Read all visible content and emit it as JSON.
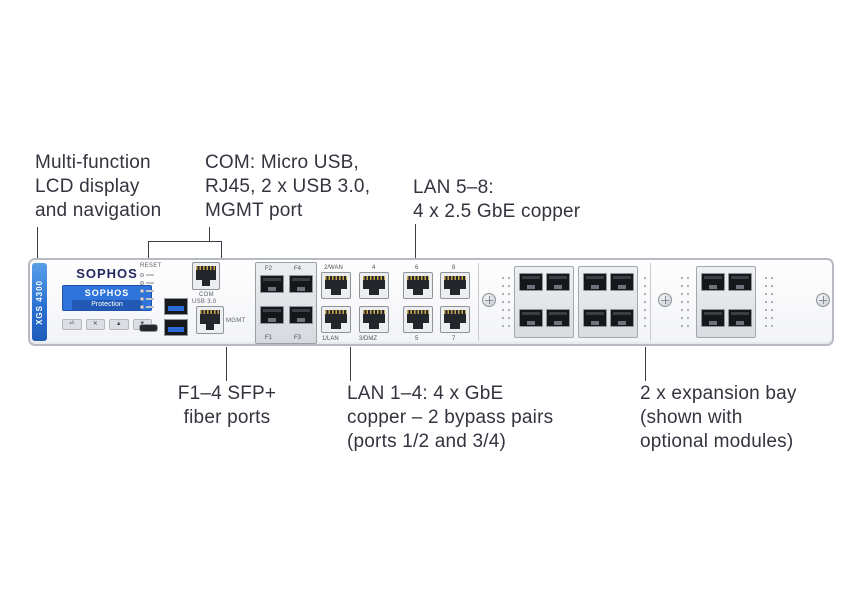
{
  "callouts": {
    "lcd": "Multi-function\nLCD display\nand navigation",
    "com": "COM: Micro USB,\nRJ45, 2 x USB 3.0,\nMGMT port",
    "lan_5_8": "LAN 5–8:\n4 x 2.5 GbE copper",
    "sfp": "F1–4 SFP+\nfiber ports",
    "lan_1_4": "LAN 1–4: 4 x GbE\ncopper – 2 bypass pairs\n(ports 1/2 and 3/4)",
    "expansion": "2 x expansion bay\n(shown with\noptional modules)"
  },
  "device": {
    "brand": "SOPHOS",
    "model": "XGS 4300",
    "lcd": {
      "line1": "SOPHOS",
      "line2": "Protection"
    },
    "nav_buttons": [
      "⏎",
      "✕",
      "▲",
      "▼"
    ],
    "labels": {
      "reset": "RESET",
      "com": "COM",
      "usb": "USB 3.0",
      "mgmt": "MGMT"
    },
    "fiber_ports": {
      "top_left": "F2",
      "top_right": "F4",
      "bottom_left": "F1",
      "bottom_right": "F3"
    },
    "lan_group_1": {
      "top_left": "2/WAN",
      "top_right": "4",
      "bottom_left": "1/LAN",
      "bottom_right": "3/DMZ"
    },
    "lan_group_2": {
      "top_left": "6",
      "top_right": "8",
      "bottom_left": "5",
      "bottom_right": "7"
    }
  },
  "colors": {
    "text": "#34343f",
    "lcd_blue": "#2f74da",
    "strip_blue": "#2a6fd0"
  }
}
